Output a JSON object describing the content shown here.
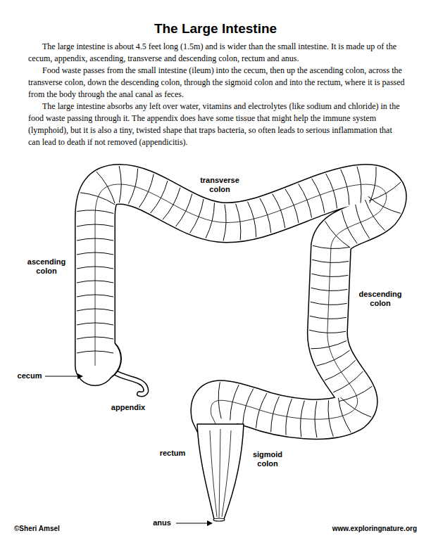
{
  "diagram": {
    "title": "The Large Intestine",
    "labels": [
      "The large intestine is about 4.5 feet long (1.5m) and is wider than the small intestine. It is made up of the cecum, appendix, ascending, transverse and descending colon, rectum and anus.",
      "Food waste passes from the small intestine (ileum) into the cecum, then up the ascending colon, across the transverse colon, down the descending colon, through the sigmoid colon and into the rectum, where it is passed from the body through the anal canal as feces.",
      "The large intestine absorbs any left over water, vitamins and electrolytes (like sodium and chloride) in the food waste passing through it. The appendix does have some tissue that might help the immune system (lymphoid), but it is also a tiny, twisted shape that traps bacteria, so often leads to serious inflammation that can lead to death if not removed (appendicitis).",
      "transverse colon",
      "ascending colon",
      "descending colon",
      "cecum",
      "appendix",
      "rectum",
      "sigmoid colon",
      "anus",
      "©Sheri Amsel",
      "www.exploringnature.org"
    ]
  }
}
